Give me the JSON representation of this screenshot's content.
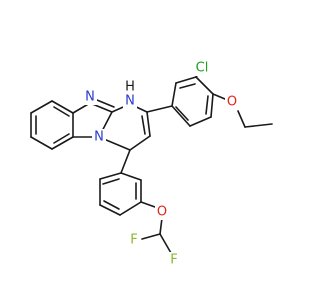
{
  "molecule": {
    "atoms": {
      "n_imine": "N",
      "nh": "H",
      "n_amine": "N",
      "n_bridge": "N",
      "cl": "Cl",
      "o_ethoxy": "O",
      "o_difluoro": "O",
      "f_top": "F",
      "f_bottom": "F"
    },
    "colors": {
      "bond": "#1a1a1a",
      "nitrogen": "#2a3ad0",
      "oxygen": "#e0261b",
      "chlorine": "#1f9e1f",
      "fluorine": "#8ab82e",
      "carbon": "#1a1a1a"
    }
  }
}
